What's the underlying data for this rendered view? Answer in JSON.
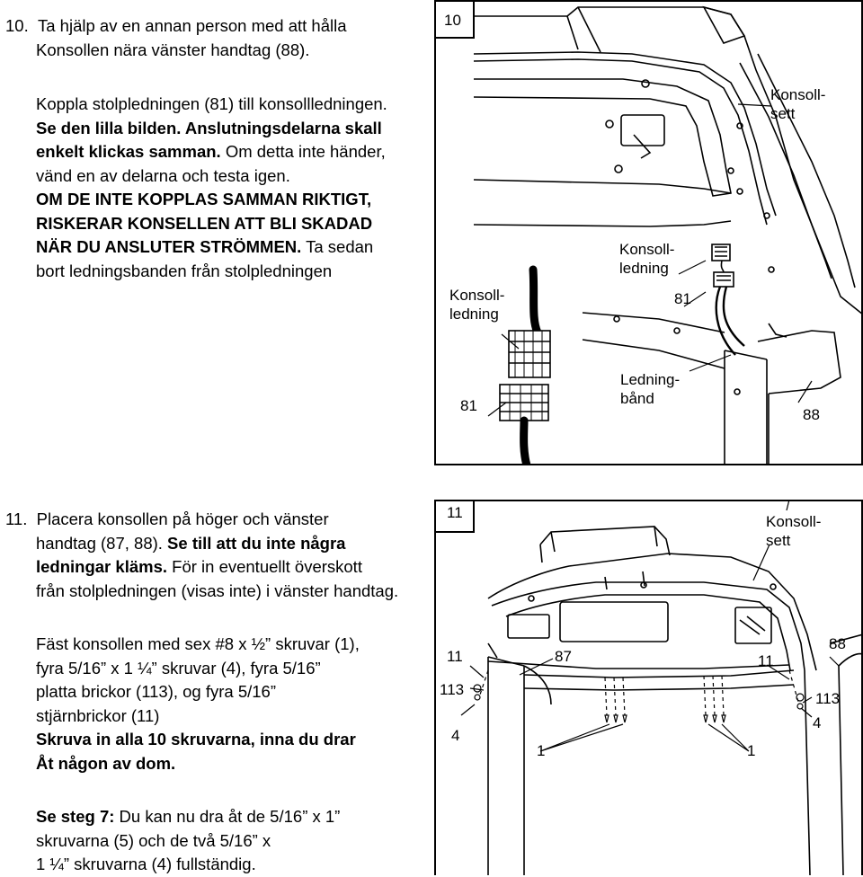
{
  "step10": {
    "num": "10.",
    "intro_line1": "Ta hjälp av en annan person med att hålla",
    "intro_line2": "Konsollen nära vänster handtag (88).",
    "p1_line1": "Koppla stolpledningen (81) till konsollledningen.",
    "p1_line2_bold": "Se den lilla bilden. Anslutningsdelarna skall",
    "p1_line3_bold": "enkelt klickas samman.",
    "p1_line3_rest": " Om detta inte händer,",
    "p1_line4": "vänd en av delarna och testa igen.",
    "warn_line1": "OM DE INTE KOPPLAS SAMMAN RIKTIGT,",
    "warn_line2": "RISKERAR KONSELLEN ATT BLI SKADAD",
    "warn_line3": "NÄR DU ANSLUTER STRÖMMEN.",
    "warn_line3_rest": " Ta sedan",
    "p2_line": "bort ledningsbanden  från stolpledningen"
  },
  "figure10": {
    "step_label": "10",
    "konsollsett_l1": "Konsoll-",
    "konsollsett_l2": "sett",
    "konsollledning_a_l1": "Konsoll-",
    "konsollledning_a_l2": "ledning",
    "part81_a": "81",
    "konsollledning_b_l1": "Konsoll-",
    "konsollledning_b_l2": "ledning",
    "part81_b": "81",
    "ledningband_l1": "Ledning-",
    "ledningband_l2": "bånd",
    "part88": "88"
  },
  "step11": {
    "num": "11.",
    "line1": "Placera konsollen på höger och vänster",
    "line2_a": "handtag (87, 88).",
    "line2_bold": " Se till att du inte några",
    "line3_bold": "ledningar kläms.",
    "line3_rest": " För in eventuellt  överskott",
    "line4": "från stolpledningen (visas inte) i vänster handtag.",
    "fasten_line1": "Fäst konsollen med sex #8 x ½” skruvar (1),",
    "fasten_line2": "fyra 5/16” x 1 ¼” skruvar (4), fyra 5/16”",
    "fasten_line3": "platta brickor (113), og fyra 5/16”",
    "fasten_line4": "stjärnbrickor (11)",
    "bold_line1": "Skruva in alla 10 skruvarna, inna du drar",
    "bold_line2": "Åt någon av dom.",
    "see_bold": "Se steg 7:",
    "see_line1_rest": " Du kan nu dra åt de 5/16” x 1”",
    "see_line2": "skruvarna (5) och de två 5/16” x",
    "see_line3": "1 ¼” skruvarna (4) fullständig."
  },
  "figure11": {
    "step_label": "11",
    "konsollsett_l1": "Konsoll-",
    "konsollsett_l2": "sett",
    "p11_left": "11",
    "p113_left": "113",
    "p4_left": "4",
    "p87": "87",
    "p1_left": "1",
    "p1_right": "1",
    "p11_right": "11",
    "p88": "88",
    "p113_right": "113",
    "p4_right": "4"
  }
}
